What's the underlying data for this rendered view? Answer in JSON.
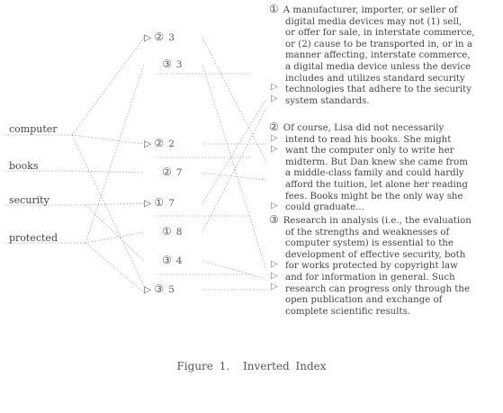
{
  "terms": [
    "computer",
    "books",
    "security",
    "protected"
  ],
  "postings": [
    {
      "doc": "②",
      "pos": "3"
    },
    {
      "doc": "③",
      "pos": "3"
    },
    {
      "doc": "②",
      "pos": "2"
    },
    {
      "doc": "②",
      "pos": "7"
    },
    {
      "doc": "①",
      "pos": "7"
    },
    {
      "doc": "①",
      "pos": "8"
    },
    {
      "doc": "③",
      "pos": "4"
    },
    {
      "doc": "③",
      "pos": "5"
    }
  ],
  "documents": [
    {
      "number": "①",
      "lines": [
        "A manufacturer, importer, or seller of",
        "digital media devices may not (1) sell,",
        "or offer for sale, in interstate commerce,",
        "or (2) cause to be transported in, or in a",
        "manner affecting, interstate commerce,",
        "a digital media device unless the device",
        "includes and utilizes standard security",
        "technologies that adhere to the security",
        "system standards."
      ]
    },
    {
      "number": "②",
      "lines": [
        "Of course, Lisa did not necessarily",
        "intend to read his books. She might",
        "want the computer only to write her",
        "midterm. But Dan knew she came from",
        "a middle-class family and could hardly",
        "afford the tuition, let alone her reading",
        "fees. Books might be the only way she",
        "could graduate..."
      ]
    },
    {
      "number": "③",
      "lines": [
        "Research in analysis (i.e., the evaluation",
        "of the strengths and weaknesses of",
        "computer system) is essential to the",
        "development of effective security, both",
        "for works protected by copyright law",
        "and for information in general. Such",
        "research can progress only through the",
        "open publication and exchange of",
        "complete scientific results."
      ]
    }
  ],
  "caption": {
    "label": "Figure 1.",
    "title": "Inverted Index"
  },
  "colors": {
    "text": "#444444",
    "lines": "#9a9a9a",
    "background": "#ffffff"
  }
}
